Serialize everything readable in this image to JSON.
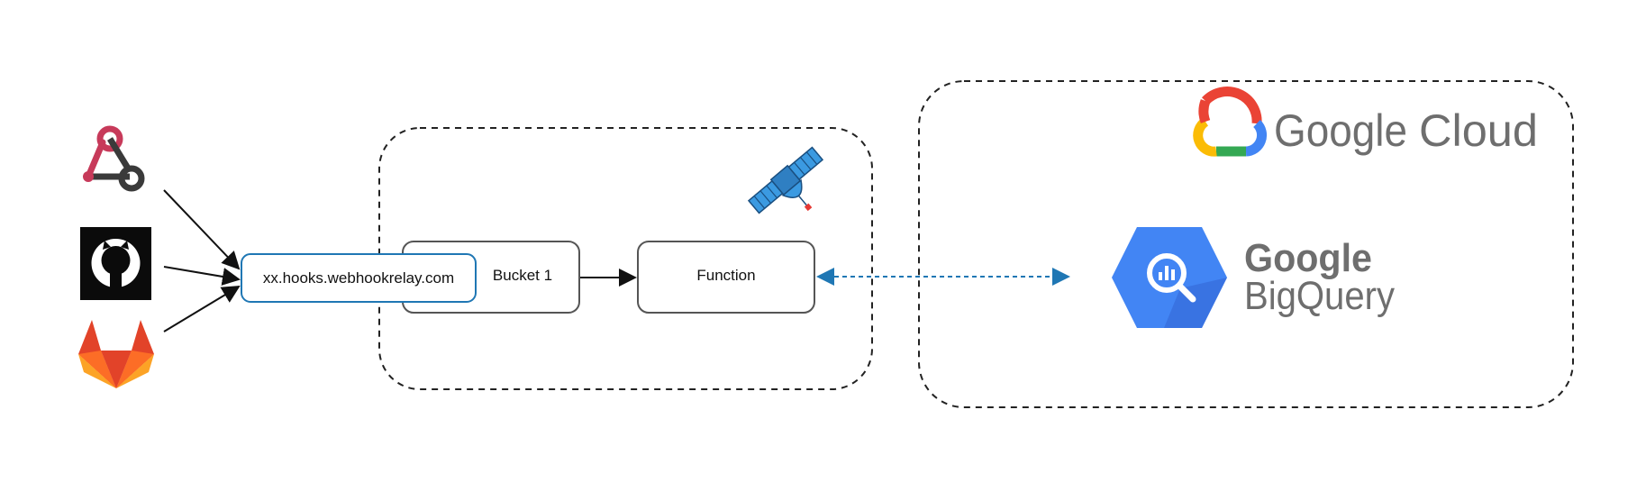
{
  "nodes": {
    "relay_label": "xx.hooks.webhookrelay.com",
    "bucket_label": "Bucket 1",
    "function_label": "Function"
  },
  "brands": {
    "cloud_word1": "Google",
    "cloud_word2": "Cloud",
    "bigquery_word1": "Google",
    "bigquery_word2": "BigQuery"
  },
  "icons": {
    "sources": [
      "webhook-icon",
      "github-icon",
      "gitlab-icon"
    ],
    "relay": "satellite-icon",
    "cloud": "google-cloud-logo",
    "bigquery": "bigquery-icon"
  },
  "colors": {
    "relay_border": "#1f77b4",
    "connector_dashed": "#1f77b4",
    "group_border": "#222222",
    "google_gray": "#6e6e6e",
    "bigquery_blue": "#4285f4"
  }
}
